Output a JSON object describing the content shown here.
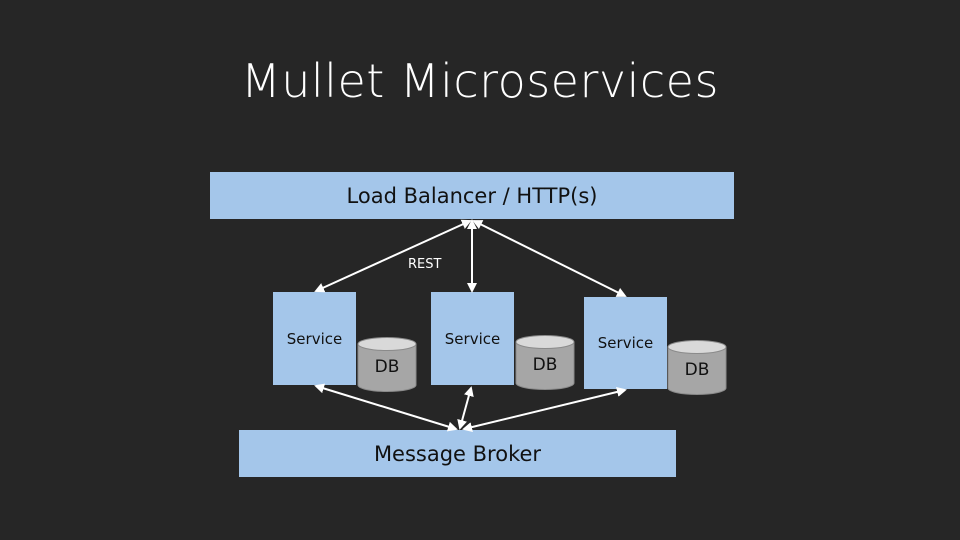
{
  "title": "Mullet Microservices",
  "load_balancer": "Load Balancer / HTTP(s)",
  "message_broker": "Message Broker",
  "rest_label": "REST",
  "services": [
    {
      "label": "Service",
      "db": "DB"
    },
    {
      "label": "Service",
      "db": "DB"
    },
    {
      "label": "Service",
      "db": "DB"
    }
  ]
}
